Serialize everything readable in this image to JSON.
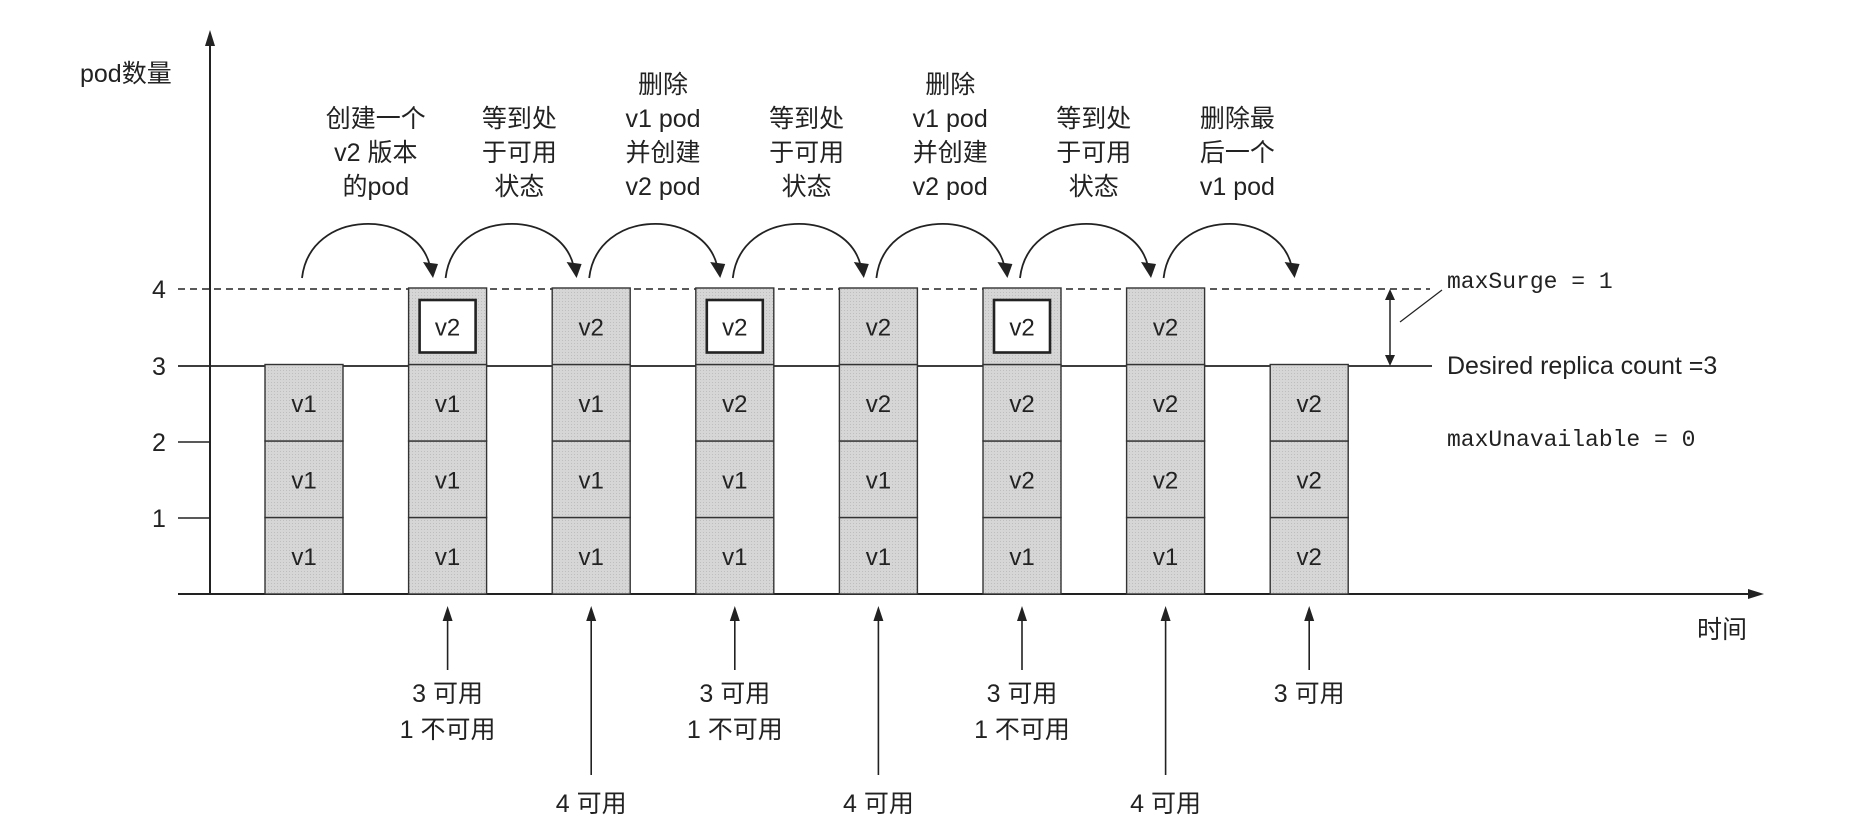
{
  "diagram": {
    "y_axis_label": "pod数量",
    "x_axis_label": "时间",
    "y_ticks": [
      "1",
      "2",
      "3",
      "4"
    ],
    "steps": [
      {
        "lines": [
          "创建一个",
          "v2 版本",
          "的pod"
        ]
      },
      {
        "lines": [
          "等到处",
          "于可用",
          "状态"
        ]
      },
      {
        "lines": [
          "删除",
          "v1 pod",
          "并创建",
          "v2 pod"
        ]
      },
      {
        "lines": [
          "等到处",
          "于可用",
          "状态"
        ]
      },
      {
        "lines": [
          "删除",
          "v1 pod",
          "并创建",
          "v2 pod"
        ]
      },
      {
        "lines": [
          "等到处",
          "于可用",
          "状态"
        ]
      },
      {
        "lines": [
          "删除最",
          "后一个",
          "v1 pod"
        ]
      }
    ],
    "columns": [
      {
        "pods": [
          "v1",
          "v1",
          "v1"
        ],
        "new_pod": false,
        "status": []
      },
      {
        "pods": [
          "v1",
          "v1",
          "v1",
          "v2"
        ],
        "new_pod": true,
        "status": [
          "3 可用",
          "1 不可用"
        ]
      },
      {
        "pods": [
          "v1",
          "v1",
          "v1",
          "v2"
        ],
        "new_pod": false,
        "status": [
          "4 可用"
        ]
      },
      {
        "pods": [
          "v1",
          "v1",
          "v2",
          "v2"
        ],
        "new_pod": true,
        "status": [
          "3 可用",
          "1 不可用"
        ]
      },
      {
        "pods": [
          "v1",
          "v1",
          "v2",
          "v2"
        ],
        "new_pod": false,
        "status": [
          "4 可用"
        ]
      },
      {
        "pods": [
          "v1",
          "v2",
          "v2",
          "v2"
        ],
        "new_pod": true,
        "status": [
          "3 可用",
          "1 不可用"
        ]
      },
      {
        "pods": [
          "v1",
          "v2",
          "v2",
          "v2"
        ],
        "new_pod": false,
        "status": [
          "4 可用"
        ]
      },
      {
        "pods": [
          "v2",
          "v2",
          "v2"
        ],
        "new_pod": false,
        "status": [
          "3 可用"
        ]
      }
    ],
    "annotations": {
      "max_surge": "maxSurge = 1",
      "desired": "Desired replica count =3",
      "max_unavailable": "maxUnavailable = 0"
    }
  },
  "colors": {
    "pod_fill": "#d6d6d6",
    "pod_stroke": "#333333",
    "line": "#222222"
  }
}
